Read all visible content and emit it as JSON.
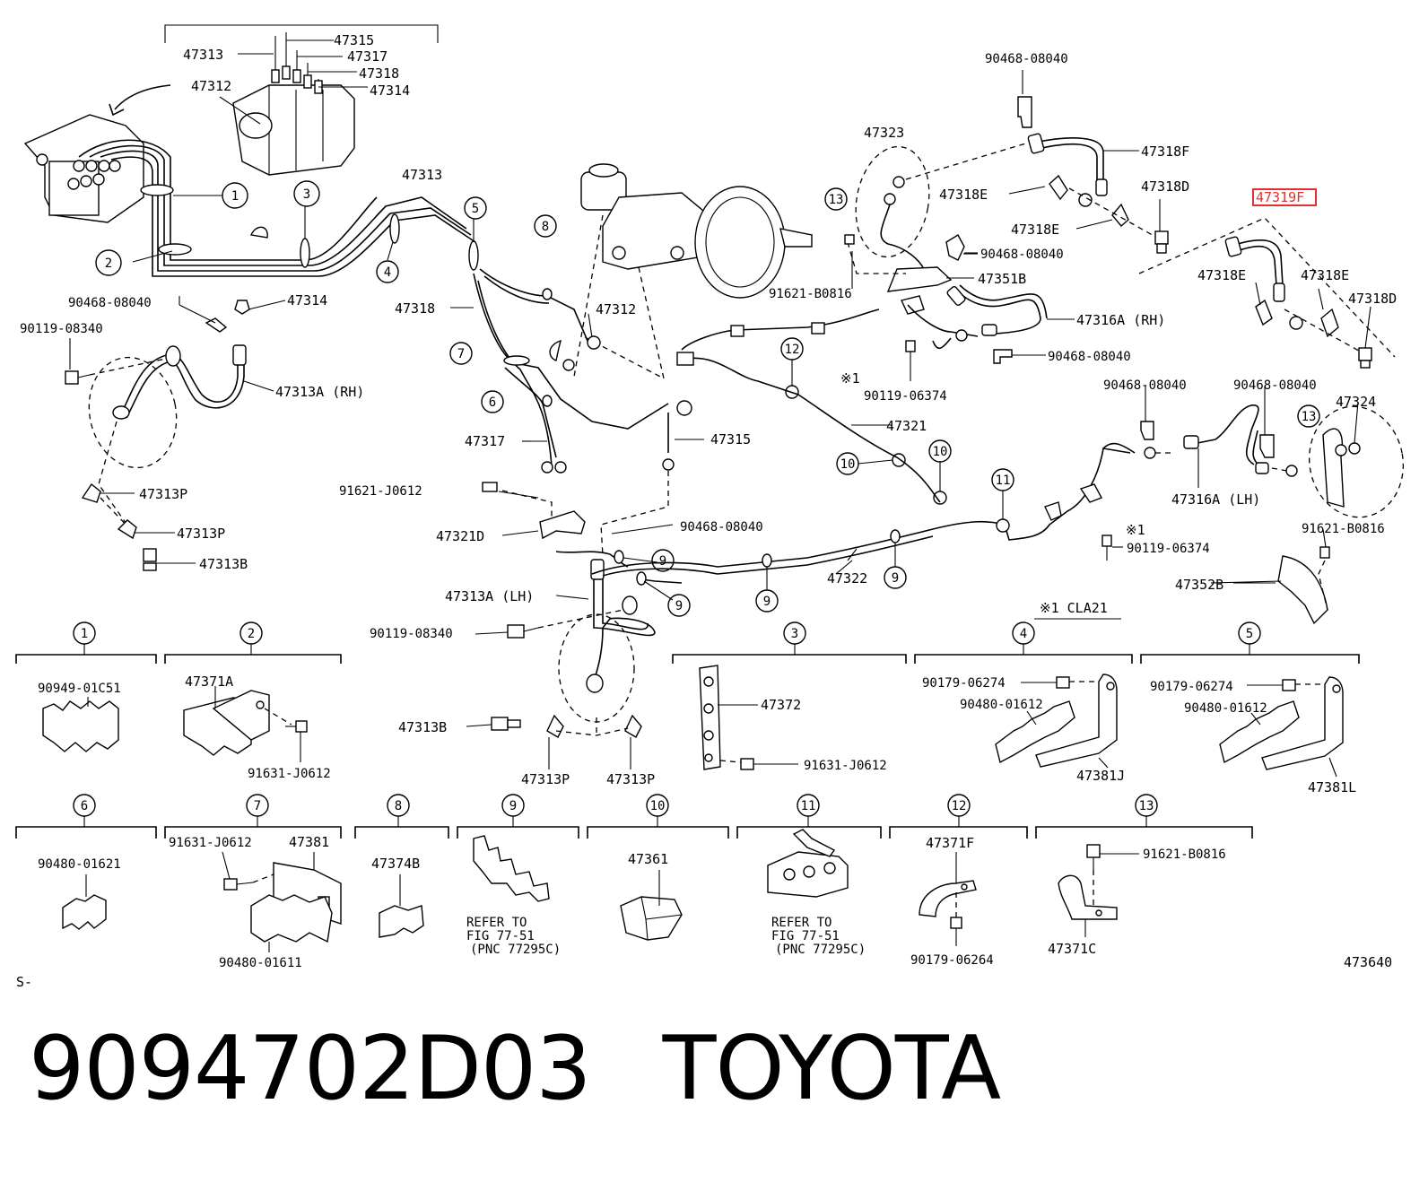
{
  "labels": {
    "l47315": "47315",
    "l47313top": "47313",
    "l47317top": "47317",
    "l47318top": "47318",
    "l47312top": "47312",
    "l47314top": "47314",
    "l47313mid": "47313",
    "l90468a": "90468-08040",
    "l47314": "47314",
    "l90119a": "90119-08340",
    "l47313A_RH": "47313A (RH)",
    "l47313P_1": "47313P",
    "l47313P_2": "47313P",
    "l47313B_1": "47313B",
    "l47318mid": "47318",
    "l47312mid": "47312",
    "l47317mid": "47317",
    "l47315mid": "47315",
    "l91621J": "91621-J0612",
    "l47321D": "47321D",
    "l90468b": "90468-08040",
    "l47313A_LH": "47313A (LH)",
    "l90119b": "90119-08340",
    "l47313B_2": "47313B",
    "l47313P_3": "47313P",
    "l47313P_4": "47313P",
    "l47323": "47323",
    "l90468c": "90468-08040",
    "l47318F": "47318F",
    "l47318E_1": "47318E",
    "l47318D_1": "47318D",
    "l47318E_2": "47318E",
    "l90468d": "90468-08040",
    "l91621B_1": "91621-B0816",
    "l47351B": "47351B",
    "l47316A_RH": "47316A (RH)",
    "l90468e": "90468-08040",
    "l90119c": "90119-06374",
    "lstar1": "※1",
    "l47321": "47321",
    "l47322": "47322",
    "l47319F": "47319F",
    "l47318E_3": "47318E",
    "l47318E_4": "47318E",
    "l47318D_2": "47318D",
    "l90468f": "90468-08040",
    "l90468g": "90468-08040",
    "l47324": "47324",
    "l47316A_LH": "47316A (LH)",
    "lstar2": "※1",
    "l90119d": "90119-06374",
    "l91621B_2": "91621-B0816",
    "l47352B": "47352B",
    "lcla21": "※1 CLA21",
    "b1_part": "90949-01C51",
    "b2_part1": "47371A",
    "b2_part2": "91631-J0612",
    "b3_part1": "47372",
    "b3_part2": "91631-J0612",
    "b4_part1": "90179-06274",
    "b4_part2": "90480-01612",
    "b4_part3": "47381J",
    "b5_part1": "90179-06274",
    "b5_part2": "90480-01612",
    "b5_part3": "47381L",
    "b6_part": "90480-01621",
    "b7_part1": "91631-J0612",
    "b7_part2": "47381",
    "b7_part3": "90480-01611",
    "b8_part": "47374B",
    "b9_ref1": "REFER TO",
    "b9_ref2": "FIG 77-51",
    "b9_ref3": "(PNC 77295C)",
    "b10_part": "47361",
    "b11_ref1": "REFER TO",
    "b11_ref2": "FIG 77-51",
    "b11_ref3": "(PNC 77295C)",
    "b12_part1": "47371F",
    "b12_part2": "90179-06264",
    "b13_part1": "91621-B0816",
    "b13_part2": "47371C",
    "fig_no": "473640",
    "s_mark": "S-"
  },
  "callouts": [
    "1",
    "2",
    "3",
    "4",
    "5",
    "6",
    "7",
    "8",
    "9",
    "10",
    "11",
    "12",
    "13"
  ],
  "footer": {
    "part_number": "9094702D03",
    "brand": "TOYOTA"
  },
  "highlight_color": "#e03030"
}
